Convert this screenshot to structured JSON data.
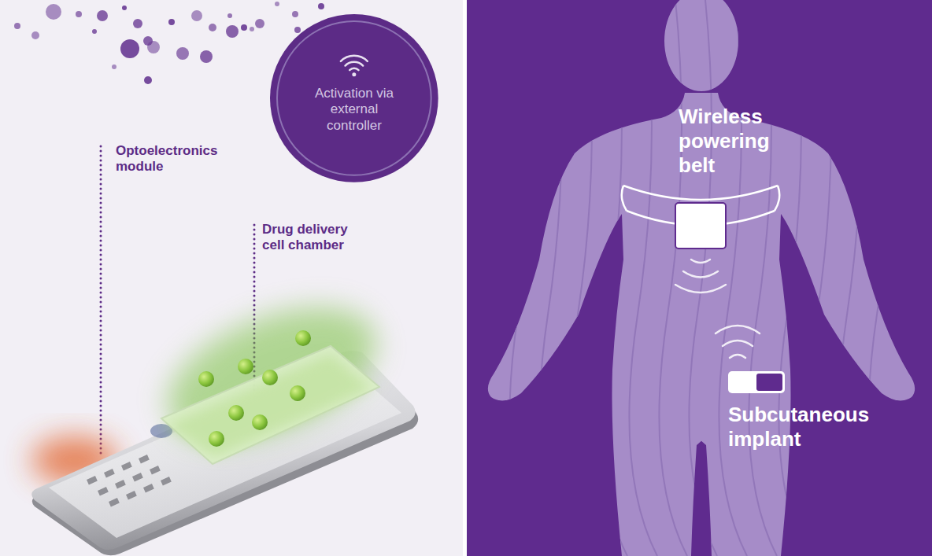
{
  "diagram": {
    "nodes": [
      {
        "text": [
          "Activation via external controller"
        ]
      }
    ],
    "labels": [
      "Optoelectronics module",
      "Drug delivery cell chamber",
      "Wireless powering belt",
      "Subcutaneous implant"
    ]
  }
}
